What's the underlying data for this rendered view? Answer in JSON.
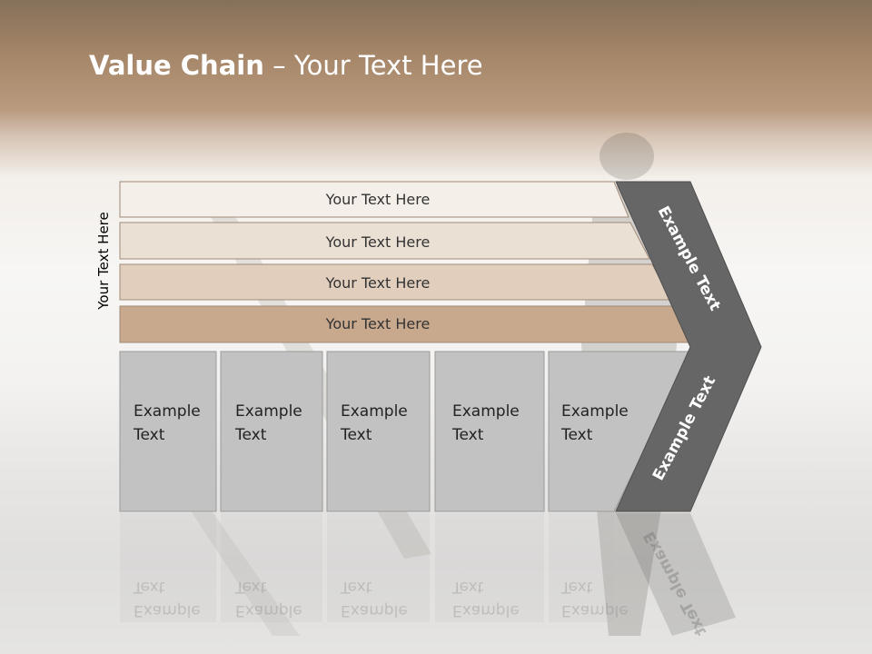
{
  "slide": {
    "title_bold": "Value Chain",
    "title_rest": " – Your Text Here",
    "vertical_label": "Your Text Here"
  },
  "bars": [
    {
      "label": "Your Text Here",
      "color": "#f4efe9"
    },
    {
      "label": "Your Text Here",
      "color": "#ebe0d4"
    },
    {
      "label": "Your Text Here",
      "color": "#e1cebd"
    },
    {
      "label": "Your Text Here",
      "color": "#c8a98d"
    }
  ],
  "columns": [
    {
      "line1": "Example",
      "line2": "Text"
    },
    {
      "line1": "Example",
      "line2": "Text"
    },
    {
      "line1": "Example",
      "line2": "Text"
    },
    {
      "line1": "Example",
      "line2": "Text"
    },
    {
      "line1": "Example",
      "line2": "Text"
    }
  ],
  "chevron": {
    "upper_label": "Example Text",
    "lower_label": "Example Text",
    "color": "#666666"
  },
  "colors": {
    "column_fill": "#c2c2c2",
    "column_stroke": "#9a9a9a"
  }
}
